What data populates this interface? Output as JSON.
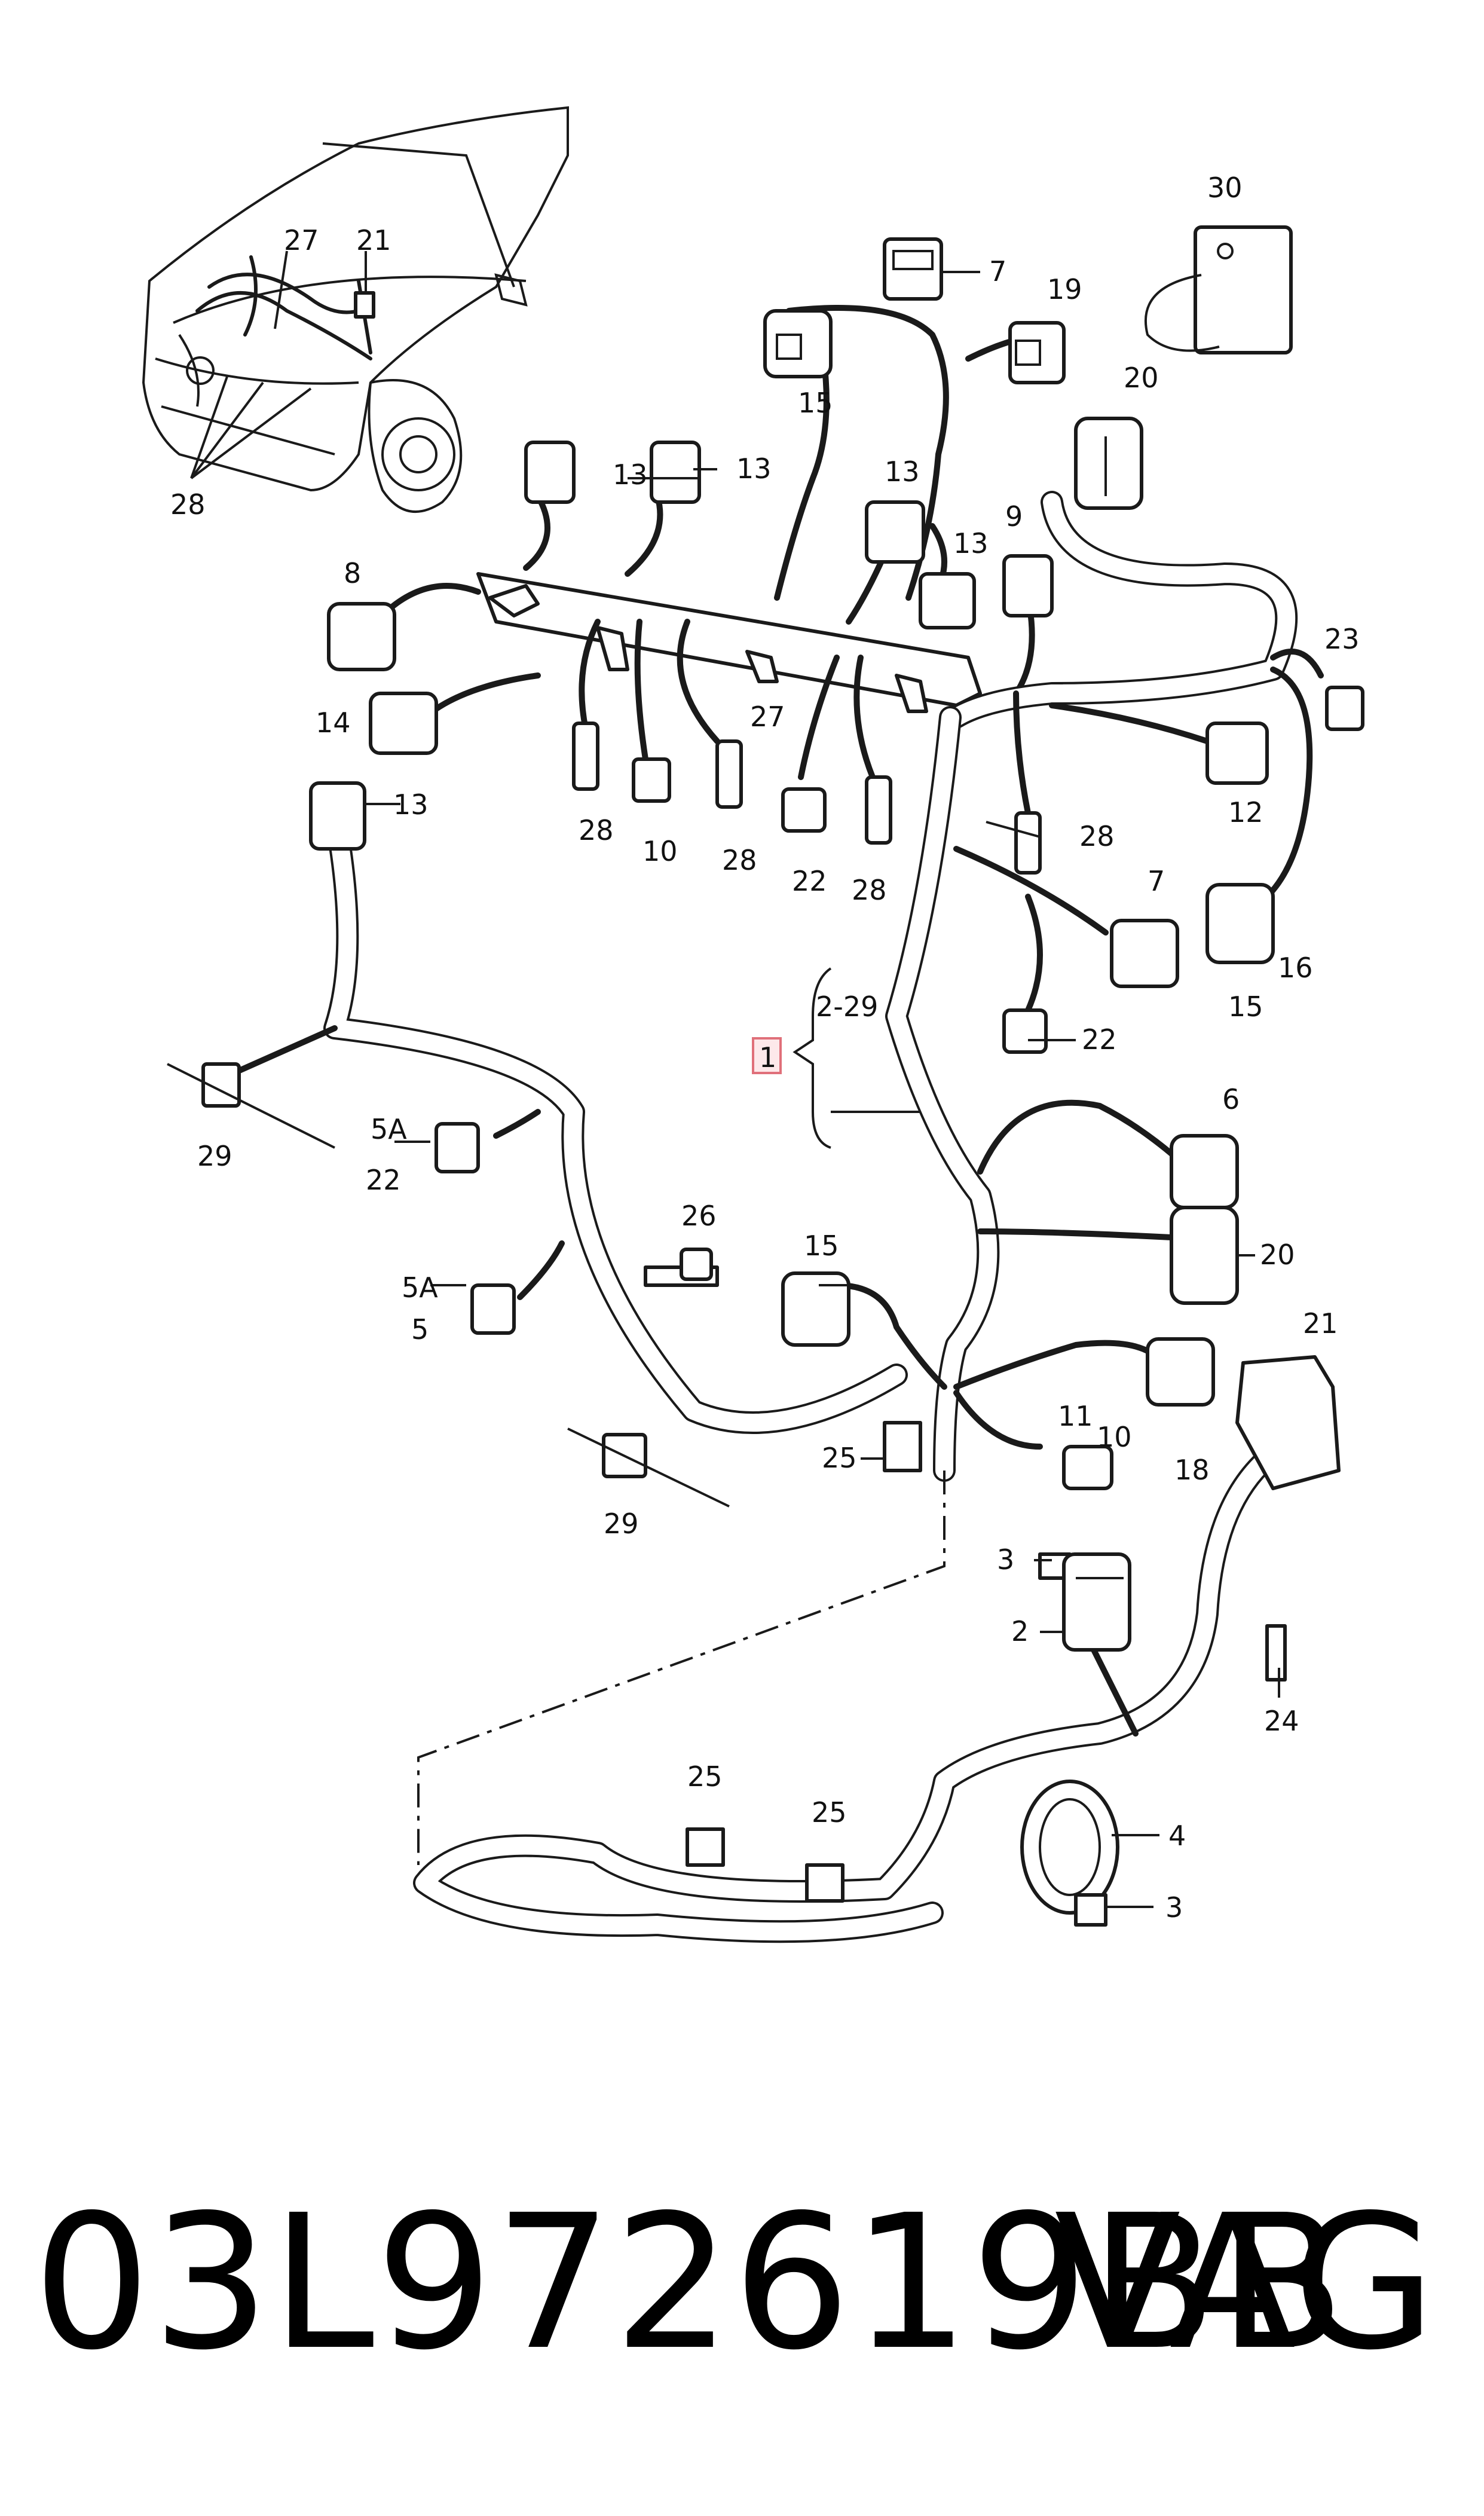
{
  "footer": {
    "part_number": "03L972619BB",
    "brand": "VAG"
  },
  "callouts": {
    "c27_car": "27",
    "c21_car": "21",
    "c28_car": "28",
    "c30": "30",
    "c7_top": "7",
    "c19": "19",
    "c15_top": "15",
    "c20_top": "20",
    "c13_a": "13",
    "c13_b": "13",
    "c13_c": "13",
    "c13_d": "13",
    "c9": "9",
    "c8": "8",
    "c23": "23",
    "c14": "14",
    "c27_rail": "27",
    "c12": "12",
    "c13_e": "13",
    "c28_a": "28",
    "c10_a": "10",
    "c28_b": "28",
    "c22_a": "22",
    "c28_c": "28",
    "c28_d": "28",
    "c7_mid": "7",
    "c16": "16",
    "c15_mid": "15",
    "c22_b": "22",
    "c1": "1",
    "c2_29": "2-29",
    "c29_a": "29",
    "c5a_a": "5A",
    "c22_c": "22",
    "c6": "6",
    "c26": "26",
    "c15_low": "15",
    "c20_low": "20",
    "c5a_b": "5A",
    "c5": "5",
    "c21": "21",
    "c11": "11",
    "c10_b": "10",
    "c25_a": "25",
    "c18": "18",
    "c29_b": "29",
    "c3_a": "3",
    "c2": "2",
    "c24": "24",
    "c25_b": "25",
    "c25_c": "25",
    "c4": "4",
    "c3_b": "3"
  },
  "colors": {
    "ink": "#1a1a1a",
    "highlight_box": "#e0707a",
    "highlight_fill": "#fde8ea"
  }
}
